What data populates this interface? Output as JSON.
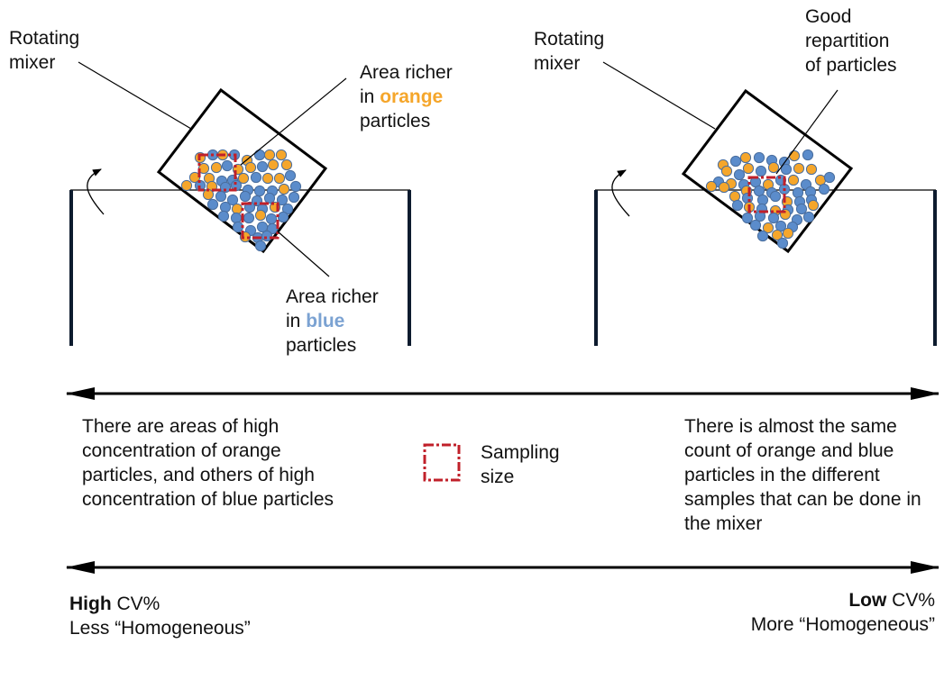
{
  "colors": {
    "orange_particle": "#F5A62B",
    "blue_particle": "#5B8CCB",
    "particle_stroke": "#4A6E9E",
    "sampling_box": "#C0202A",
    "line": "#000000",
    "wall": "#0D1B2E",
    "orange_text": "#F5A62B",
    "blue_text": "#7BA2D2"
  },
  "left_panel": {
    "mixer_label": [
      "Rotating",
      "mixer"
    ],
    "orange_callout": {
      "line1": "Area richer",
      "line2_prefix": "in ",
      "line2_highlight": "orange",
      "line3": "particles"
    },
    "blue_callout": {
      "line1": "Area richer",
      "line2_prefix": "in ",
      "line2_highlight": "blue",
      "line3": "particles"
    },
    "rotation_icon": "curved-arrow-icon",
    "description": "There are areas of high concentration of orange particles, and others of high concentration of blue particles"
  },
  "right_panel": {
    "mixer_label": [
      "Rotating",
      "mixer"
    ],
    "good_callout": [
      "Good",
      "repartition",
      "of particles"
    ],
    "rotation_icon": "curved-arrow-icon",
    "description": "There is almost the same count of orange and blue particles in the different samples that can be done in the mixer"
  },
  "legend": {
    "icon": "dashed-square-icon",
    "label_line1": "Sampling",
    "label_line2": "size"
  },
  "scale": {
    "left_bold": "High",
    "left_rest": " CV%",
    "left_sub": "Less “Homogeneous”",
    "right_bold": "Low",
    "right_rest": " CV%",
    "right_sub": "More “Homogeneous”"
  }
}
